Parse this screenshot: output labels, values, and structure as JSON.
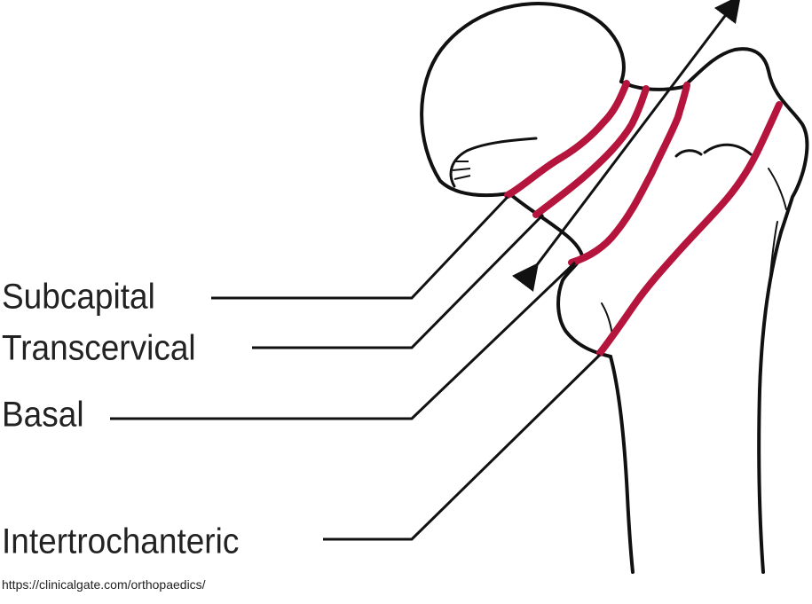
{
  "labels": {
    "subcapital": "Subcapital",
    "transcervical": "Transcervical",
    "basal": "Basal",
    "intertrochanteric": "Intertrochanteric"
  },
  "source": "https://clinicalgate.com/orthopaedics/",
  "colors": {
    "fracture_line": "#b5143c",
    "outline": "#111111",
    "text": "#222222",
    "background": "#ffffff"
  }
}
